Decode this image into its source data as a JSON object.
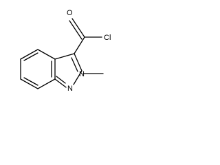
{
  "molecule": {
    "atoms": {
      "carbonyl_oxygen": "O",
      "chlorine": "Cl",
      "ring_nitrogen_1": "N",
      "ring_nitrogen_2": "N"
    }
  }
}
